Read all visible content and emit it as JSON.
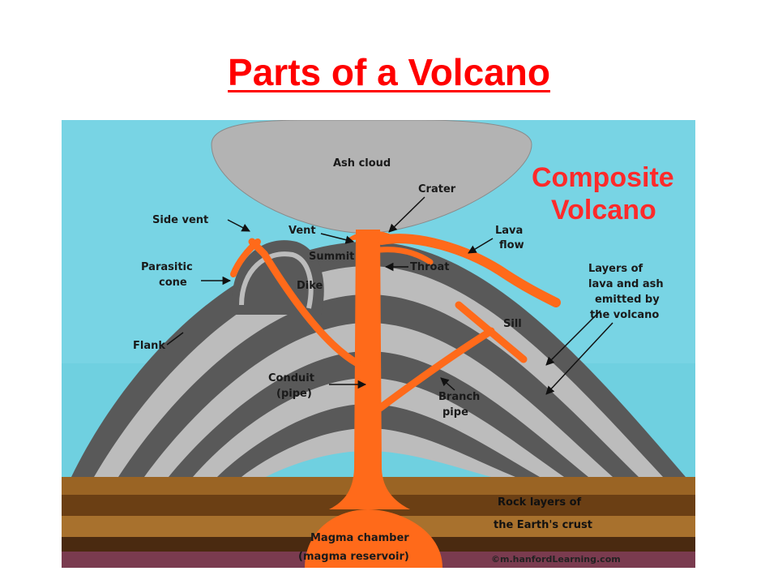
{
  "slide": {
    "title": "Parts of a Volcano"
  },
  "diagram": {
    "title_line1": "Composite",
    "title_line2": "Volcano",
    "credit": "©m.hanfordLearning.com",
    "labels": {
      "ash_cloud": "Ash cloud",
      "crater": "Crater",
      "side_vent": "Side vent",
      "vent": "Vent",
      "summit": "Summit",
      "lava_flow_1": "Lava",
      "lava_flow_2": "flow",
      "parasitic_cone_1": "Parasitic",
      "parasitic_cone_2": "cone",
      "throat": "Throat",
      "dike": "Dike",
      "layers_1": "Layers of",
      "layers_2": "lava and ash",
      "layers_3": "emitted by",
      "layers_4": "the volcano",
      "sill": "Sill",
      "flank": "Flank",
      "conduit_1": "Conduit",
      "conduit_2": "(pipe)",
      "branch_pipe_1": "Branch",
      "branch_pipe_2": "pipe",
      "rock_layers_1": "Rock layers of",
      "rock_layers_2": "the Earth's crust",
      "magma_chamber_1": "Magma chamber",
      "magma_chamber_2": "(magma reservoir)"
    },
    "colors": {
      "sky": "#6fd0e0",
      "ash": "#b3b3b3",
      "lava": "#ff6a1a",
      "title": "#ff2a2a",
      "dark_layer": "#595959",
      "light_layer": "#bcbcbc",
      "ground_brown": "#8b5a1e"
    }
  }
}
